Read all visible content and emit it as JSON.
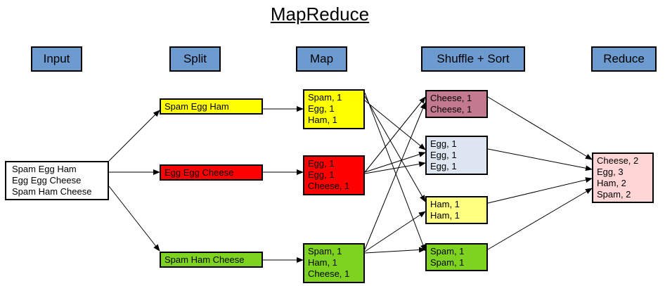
{
  "title": "MapReduce",
  "stages": {
    "input": "Input",
    "split": "Split",
    "map": "Map",
    "shuffle": "Shuffle + Sort",
    "reduce": "Reduce"
  },
  "input_box": {
    "lines": [
      "Spam Egg Ham",
      "Egg Egg Cheese",
      "Spam Ham Cheese"
    ]
  },
  "splits": {
    "s1": "Spam Egg Ham",
    "s2": "Egg Egg Cheese",
    "s3": "Spam Ham Cheese"
  },
  "maps": {
    "m1": [
      "Spam, 1",
      "Egg, 1",
      "Ham, 1"
    ],
    "m2": [
      "Egg, 1",
      "Egg, 1",
      "Cheese, 1"
    ],
    "m3": [
      "Spam, 1",
      "Ham, 1",
      "Cheese, 1"
    ]
  },
  "shuffles": {
    "cheese": [
      "Cheese, 1",
      "Cheese, 1"
    ],
    "egg": [
      "Egg, 1",
      "Egg, 1",
      "Egg, 1"
    ],
    "ham": [
      "Ham, 1",
      "Ham, 1"
    ],
    "spam": [
      "Spam, 1",
      "Spam, 1"
    ]
  },
  "reduce_box": {
    "lines": [
      "Cheese, 2",
      "Egg, 3",
      "Ham, 2",
      "Spam, 2"
    ]
  },
  "colors": {
    "stage_header": "#6d9bcf",
    "split_1": "#ffff00",
    "split_2": "#ff0000",
    "split_3": "#7ed321",
    "shuffle_cheese": "#c47a8e",
    "shuffle_egg": "#dde6f0",
    "shuffle_ham": "#ffff80",
    "shuffle_spam": "#7ed321",
    "reduce": "#ffd5d5"
  }
}
